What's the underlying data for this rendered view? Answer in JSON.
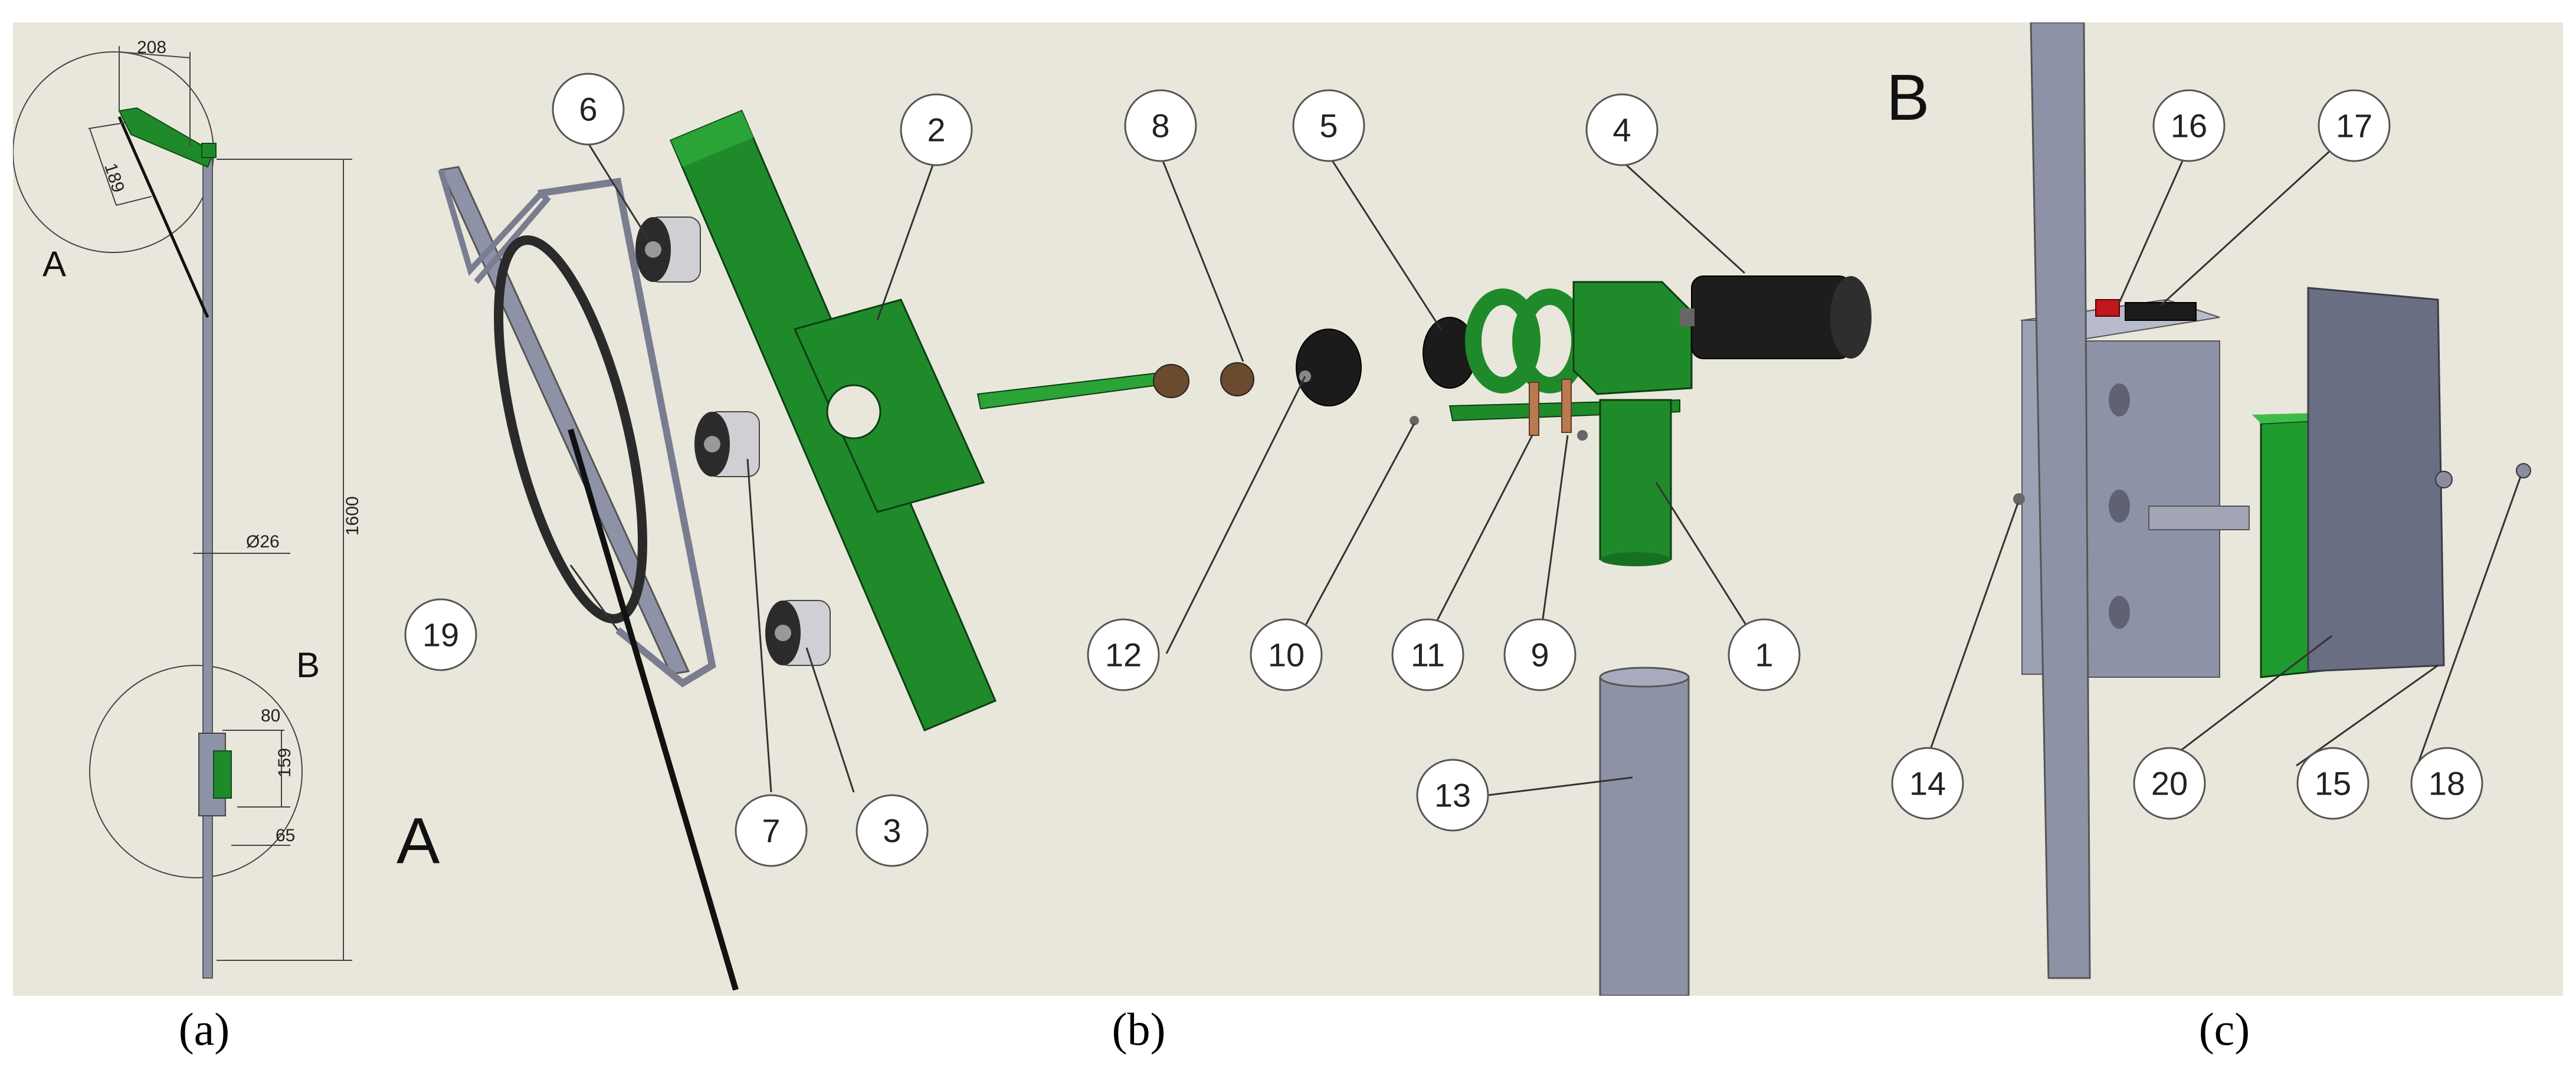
{
  "captions": {
    "a": "(a)",
    "b": "(b)",
    "c": "(c)"
  },
  "panel_a": {
    "detail_labels": {
      "a": "A",
      "b": "B"
    },
    "dimensions": {
      "d208": "208",
      "d189": "189",
      "d1600": "1600",
      "d26": "Ø26",
      "d80": "80",
      "d159": "159",
      "d65": "65"
    }
  },
  "panel_b": {
    "view_label": "A",
    "callouts": {
      "c6": "6",
      "c2": "2",
      "c8": "8",
      "c5": "5",
      "c4": "4",
      "c19": "19",
      "c7": "7",
      "c3": "3",
      "c12": "12",
      "c10": "10",
      "c11": "11",
      "c9": "9",
      "c1": "1",
      "c13": "13"
    }
  },
  "panel_c": {
    "view_label": "B",
    "callouts": {
      "c16": "16",
      "c17": "17",
      "c14": "14",
      "c20": "20",
      "c15": "15",
      "c18": "18"
    }
  },
  "colors": {
    "background": "#e9e7db",
    "green_part": "#1f8a2a",
    "grey_part": "#8e92a6",
    "dark_part": "#1d1d1d"
  }
}
